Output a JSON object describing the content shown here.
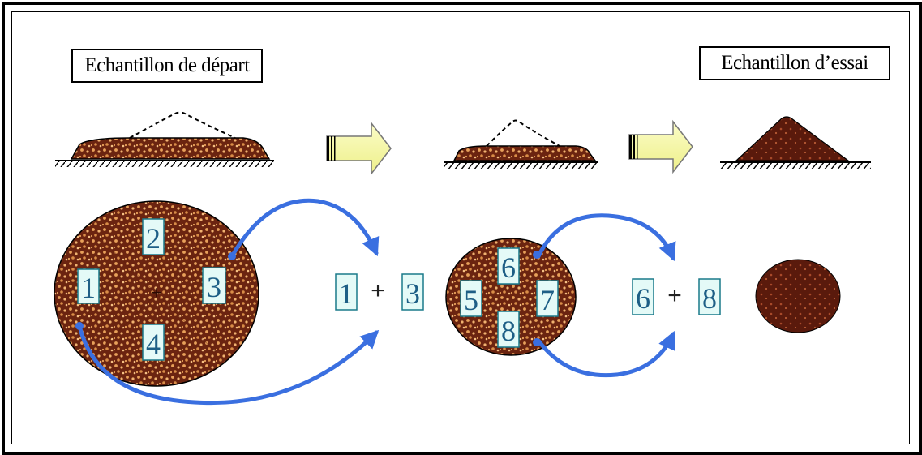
{
  "labels": {
    "start_sample": "Echantillon de départ",
    "test_sample": "Echantillon d’essai"
  },
  "colors": {
    "border": "#000000",
    "sample_fill": "#6b2410",
    "grain_light": "#e8a15a",
    "quarter_box_fill": "#e4faf7",
    "quarter_box_border": "#1a7a8a",
    "arrow_blue": "#3a6fe0",
    "process_arrow_fill": "#f7f8a8"
  },
  "icons": {
    "process_arrow": "right-arrow-icon",
    "ground": "hatched-ground-icon"
  },
  "quarters_first": {
    "q1": "1",
    "q2": "2",
    "q3": "3",
    "q4": "4"
  },
  "combination_first": {
    "left": "1",
    "operator": "+",
    "right": "3"
  },
  "quarters_second": {
    "q5": "5",
    "q6": "6",
    "q7": "7",
    "q8": "8"
  },
  "combination_second": {
    "left": "6",
    "operator": "+",
    "right": "8"
  }
}
